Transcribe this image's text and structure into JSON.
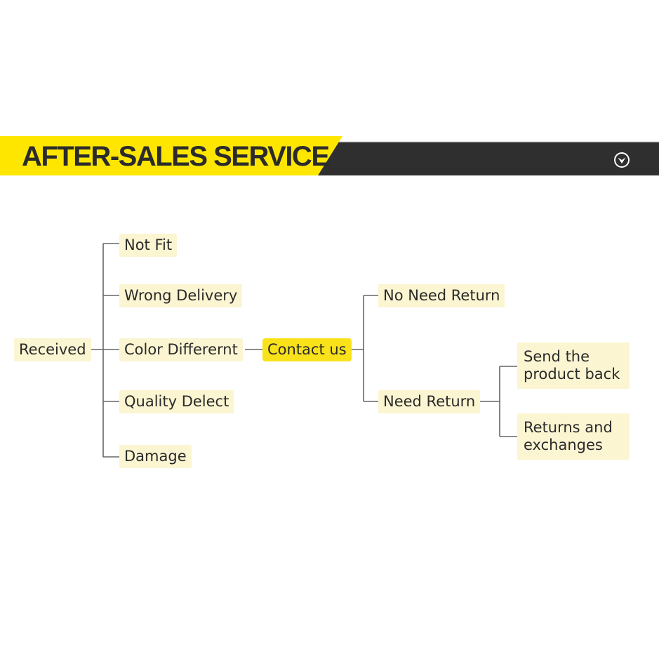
{
  "header": {
    "title": "AFTER-SALES SERVICE",
    "accent_color": "#ffe600",
    "bar_color": "#2f2f2f",
    "brand_icon": "chevron-badge-icon"
  },
  "diagram": {
    "root": "Received",
    "issues": [
      "Not Fit",
      "Wrong Delivery",
      "Color Differernt",
      "Quality Delect",
      "Damage"
    ],
    "hub": "Contact us",
    "outcomes": [
      "No Need Return",
      "Need Return"
    ],
    "return_options": [
      "Send the product back",
      "Returns and exchanges"
    ],
    "node_color": "#fcf5d2",
    "hub_color": "#f9e21a",
    "line_color": "#666666"
  }
}
